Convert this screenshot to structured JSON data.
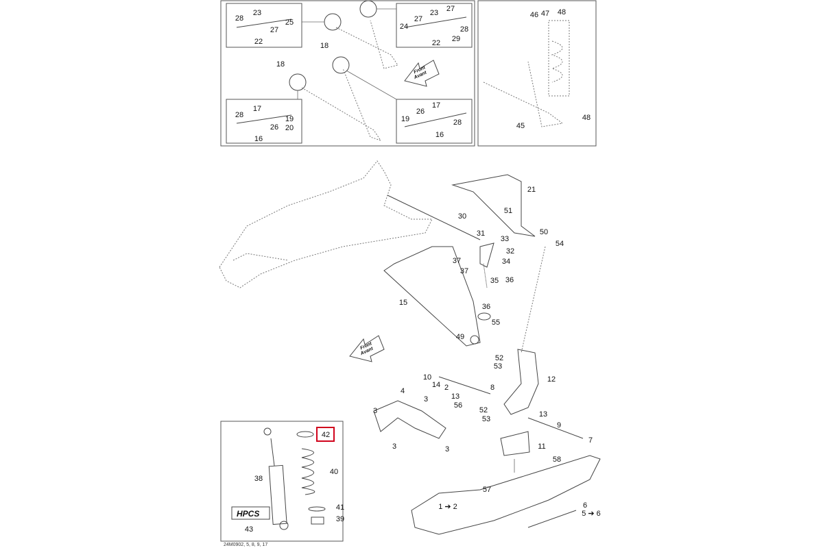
{
  "labels": [
    "28",
    "23",
    "27",
    "25",
    "22",
    "27",
    "23",
    "27",
    "24",
    "28",
    "22",
    "29",
    "18",
    "18",
    "28",
    "17",
    "26",
    "19",
    "20",
    "16",
    "19",
    "26",
    "17",
    "28",
    "16",
    "46",
    "47",
    "48",
    "45",
    "48",
    "21",
    "51",
    "30",
    "50",
    "54",
    "31",
    "33",
    "32",
    "37",
    "34",
    "37",
    "35",
    "36",
    "15",
    "36",
    "55",
    "49",
    "52",
    "53",
    "12",
    "10",
    "14",
    "2",
    "13",
    "8",
    "56",
    "3",
    "4",
    "3",
    "52",
    "53",
    "13",
    "9",
    "7",
    "3",
    "3",
    "11",
    "58",
    "57",
    "1 ➔ 2",
    "6",
    "5 ➔ 6",
    "42",
    "40",
    "38",
    "41",
    "39",
    "43"
  ],
  "front_arrow": {
    "line1": "Front",
    "line2": "Avant"
  },
  "logo_text": "HPCS",
  "footer": "24M0902, 5, 8, 9, 17",
  "highlight_color": "#d0021b"
}
